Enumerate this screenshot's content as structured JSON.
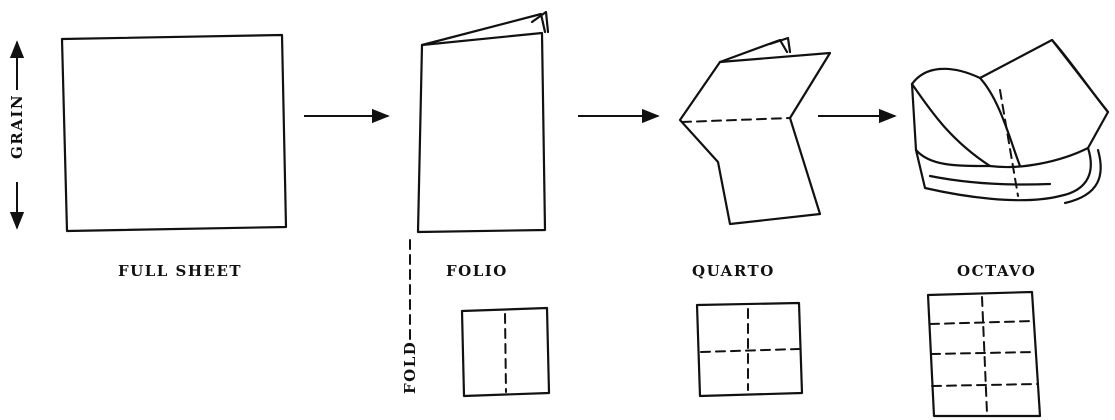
{
  "labels": {
    "grain": "GRAIN",
    "fold": "FOLD",
    "full_sheet": "FULL SHEET",
    "folio": "FOLIO",
    "quarto": "QUARTO",
    "octavo": "OCTAVO"
  },
  "colors": {
    "ink": "#111111",
    "background": "#ffffff"
  },
  "icons": [
    "right-arrow-icon",
    "grain-double-arrow-icon"
  ]
}
